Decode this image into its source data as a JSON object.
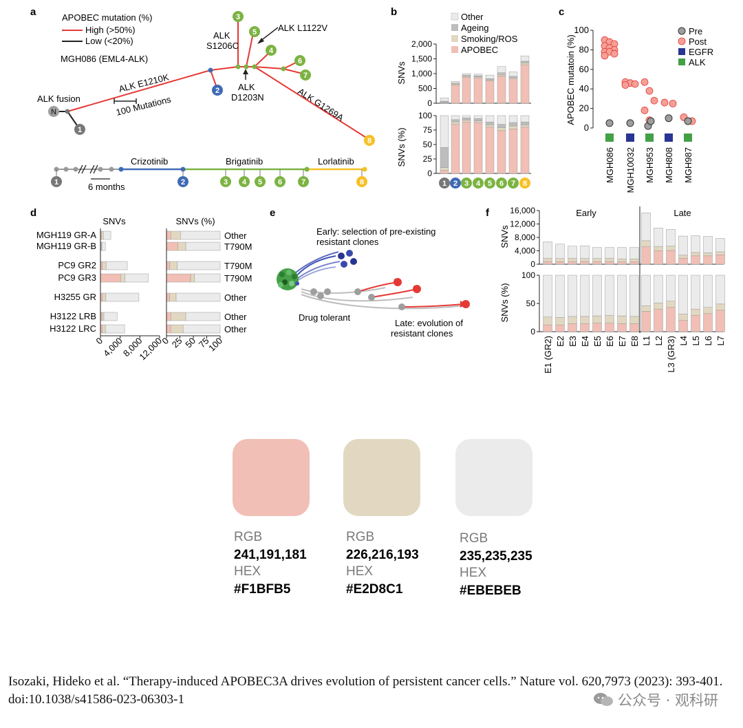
{
  "colors": {
    "apobec": "#F1BFB5",
    "smoking": "#E2D8C1",
    "ageing": "#BDBDBD",
    "other": "#EBEBEB",
    "high_line": "#E53935",
    "low_line": "#222222",
    "green": "#7CB342",
    "blue": "#3F6BB5",
    "yellow": "#F6C026",
    "grey_node": "#777777",
    "pre": "#9E9E9E",
    "post": "#F4A097",
    "egfr": "#283593",
    "alk": "#43A047"
  },
  "panel_a": {
    "letter": "a",
    "legend_title": "APOBEC mutation (%)",
    "legend_high": "High (>50%)",
    "legend_low": "Low (<20%)",
    "sample": "MGH086 (EML4-ALK)",
    "alk_fusion": "ALK fusion",
    "n_label": "N",
    "scale": "100 Mutations",
    "e1210k": "ALK E1210K",
    "s1206c_1": "ALK",
    "s1206c_2": "S1206C",
    "l1122v": "ALK L1122V",
    "d1203n_1": "ALK",
    "d1203n_2": "D1203N",
    "g1269a": "ALK G1269A",
    "node_labels": [
      "1",
      "2",
      "3",
      "4",
      "5",
      "6",
      "7",
      "8"
    ],
    "timeline_drugs": [
      "Crizotinib",
      "Brigatinib",
      "Lorlatinib"
    ],
    "timeline_scale": "6 months"
  },
  "panel_b": {
    "letter": "b",
    "legend": [
      "Other",
      "Ageing",
      "Smoking/ROS",
      "APOBEC"
    ],
    "ylabel_top": "SNVs",
    "ylabel_bottom": "SNVs (%)",
    "yticks_top": [
      "0",
      "500",
      "1,000",
      "1,500",
      "2,000"
    ],
    "yticks_bottom": [
      "0",
      "25",
      "50",
      "75",
      "100"
    ],
    "xlabels": [
      "1",
      "2",
      "3",
      "4",
      "5",
      "6",
      "7",
      "8"
    ]
  },
  "panel_c": {
    "letter": "c",
    "ylabel": "APOBEC mutatoin (%)",
    "yticks": [
      "0",
      "20",
      "40",
      "60",
      "80",
      "100"
    ],
    "legend": [
      "Pre",
      "Post",
      "EGFR",
      "ALK"
    ],
    "samples": [
      "MGH086",
      "MGH10032",
      "MGH953",
      "MGH808",
      "MGH987"
    ]
  },
  "panel_d": {
    "letter": "d",
    "title_left": "SNVs",
    "title_right": "SNVs (%)",
    "rows": [
      "MGH119 GR-A",
      "MGH119 GR-B",
      "PC9 GR2",
      "PC9 GR3",
      "H3255 GR",
      "H3122 LRB",
      "H3122 LRC"
    ],
    "annotations": [
      "Other",
      "T790M",
      "T790M",
      "T790M",
      "Other",
      "Other",
      "Other"
    ],
    "xticks_left": [
      "0",
      "4,000",
      "8,000",
      "12,000"
    ],
    "xticks_right": [
      "0",
      "25",
      "50",
      "75",
      "100"
    ]
  },
  "panel_e": {
    "letter": "e",
    "early_1": "Early: selection of pre-existing",
    "early_2": "resistant clones",
    "tolerant": "Drug tolerant",
    "late_1": "Late: evolution of",
    "late_2": "resistant clones"
  },
  "panel_f": {
    "letter": "f",
    "early": "Early",
    "late": "Late",
    "ylabel_top": "SNVs",
    "ylabel_bottom": "SNVs (%)",
    "yticks_top": [
      "0",
      "4,000",
      "8,000",
      "12,000",
      "16,000"
    ],
    "yticks_bottom": [
      "0",
      "50",
      "100"
    ],
    "xlabels": [
      "E1 (GR2)",
      "E2",
      "E3",
      "E4",
      "E5",
      "E6",
      "E7",
      "E8",
      "L1",
      "L2",
      "L3 (GR3)",
      "L4",
      "L5",
      "L6",
      "L7"
    ]
  },
  "chart_data": [
    {
      "type": "bar",
      "panel": "b-top",
      "categories": [
        "1",
        "2",
        "3",
        "4",
        "5",
        "6",
        "7",
        "8"
      ],
      "ylim": [
        0,
        2000
      ],
      "series": [
        {
          "name": "APOBEC",
          "values": [
            20,
            620,
            880,
            860,
            760,
            920,
            820,
            1300
          ]
        },
        {
          "name": "Smoking/ROS",
          "values": [
            10,
            30,
            30,
            30,
            30,
            50,
            40,
            60
          ]
        },
        {
          "name": "Ageing",
          "values": [
            40,
            30,
            40,
            40,
            40,
            60,
            50,
            60
          ]
        },
        {
          "name": "Other",
          "values": [
            110,
            60,
            50,
            50,
            120,
            210,
            150,
            180
          ]
        }
      ]
    },
    {
      "type": "bar",
      "panel": "b-bottom",
      "categories": [
        "1",
        "2",
        "3",
        "4",
        "5",
        "6",
        "7",
        "8"
      ],
      "ylim": [
        0,
        100
      ],
      "series": [
        {
          "name": "APOBEC",
          "values": [
            5,
            85,
            89,
            88,
            80,
            74,
            77,
            80
          ]
        },
        {
          "name": "Smoking/ROS",
          "values": [
            5,
            4,
            3,
            3,
            4,
            5,
            5,
            4
          ]
        },
        {
          "name": "Ageing",
          "values": [
            35,
            4,
            4,
            4,
            5,
            6,
            6,
            5
          ]
        },
        {
          "name": "Other",
          "values": [
            55,
            7,
            4,
            5,
            11,
            15,
            12,
            11
          ]
        }
      ]
    },
    {
      "type": "scatter",
      "panel": "c",
      "categories": [
        "MGH086",
        "MGH10032",
        "MGH953",
        "MGH808",
        "MGH987"
      ],
      "ylim": [
        0,
        100
      ],
      "series": [
        {
          "name": "Pre",
          "values": [
            [
              5
            ],
            [
              5
            ],
            [
              2,
              7
            ],
            [
              10
            ],
            [
              7
            ]
          ]
        },
        {
          "name": "Post",
          "values": [
            [
              90,
              88,
              86,
              84,
              82,
              80,
              78,
              78,
              76,
              74
            ],
            [
              47,
              46,
              45,
              44
            ],
            [
              47,
              38,
              28,
              18,
              8
            ],
            [
              26,
              25
            ],
            [
              11,
              7
            ]
          ]
        }
      ],
      "groups": [
        "ALK",
        "EGFR",
        "ALK",
        "EGFR",
        "ALK"
      ]
    },
    {
      "type": "bar",
      "panel": "d-left",
      "categories": [
        "MGH119 GR-A",
        "MGH119 GR-B",
        "PC9 GR2",
        "PC9 GR3",
        "H3255 GR",
        "H3122 LRB",
        "H3122 LRC"
      ],
      "xlim": [
        0,
        12000
      ],
      "series": [
        {
          "name": "APOBEC",
          "values": [
            200,
            150,
            350,
            4100,
            400,
            300,
            400
          ]
        },
        {
          "name": "Smoking/ROS",
          "values": [
            400,
            150,
            800,
            900,
            700,
            400,
            600
          ]
        },
        {
          "name": "Other",
          "values": [
            1500,
            700,
            4300,
            4700,
            6700,
            2700,
            3900
          ]
        }
      ]
    },
    {
      "type": "bar",
      "panel": "d-right",
      "categories": [
        "MGH119 GR-A",
        "MGH119 GR-B",
        "PC9 GR2",
        "PC9 GR3",
        "H3255 GR",
        "H3122 LRB",
        "H3122 LRC"
      ],
      "xlim": [
        0,
        100
      ],
      "series": [
        {
          "name": "APOBEC",
          "values": [
            8,
            21,
            6,
            45,
            6,
            8,
            8
          ]
        },
        {
          "name": "Smoking/ROS",
          "values": [
            18,
            15,
            14,
            7,
            12,
            28,
            23
          ]
        },
        {
          "name": "Other",
          "values": [
            74,
            64,
            80,
            48,
            82,
            64,
            69
          ]
        }
      ]
    },
    {
      "type": "bar",
      "panel": "f-top",
      "categories": [
        "E1 (GR2)",
        "E2",
        "E3",
        "E4",
        "E5",
        "E6",
        "E7",
        "E8",
        "L1",
        "L2",
        "L3 (GR3)",
        "L4",
        "L5",
        "L6",
        "L7"
      ],
      "ylim": [
        0,
        16000
      ],
      "series": [
        {
          "name": "APOBEC",
          "values": [
            800,
            700,
            800,
            800,
            800,
            800,
            700,
            700,
            5200,
            4000,
            4100,
            1800,
            2500,
            2500,
            2800
          ]
        },
        {
          "name": "Smoking/ROS",
          "values": [
            1000,
            1000,
            1000,
            900,
            900,
            1000,
            900,
            900,
            1800,
            1300,
            1300,
            900,
            1000,
            900,
            900
          ]
        },
        {
          "name": "Other",
          "values": [
            4900,
            4300,
            3600,
            3800,
            3300,
            3200,
            3400,
            3400,
            8300,
            5500,
            5000,
            5700,
            5000,
            4900,
            4000
          ]
        }
      ]
    },
    {
      "type": "bar",
      "panel": "f-bottom",
      "categories": [
        "E1 (GR2)",
        "E2",
        "E3",
        "E4",
        "E5",
        "E6",
        "E7",
        "E8",
        "L1",
        "L2",
        "L3 (GR3)",
        "L4",
        "L5",
        "L6",
        "L7"
      ],
      "ylim": [
        0,
        100
      ],
      "series": [
        {
          "name": "APOBEC",
          "values": [
            12,
            12,
            14,
            14,
            15,
            15,
            14,
            14,
            36,
            40,
            43,
            20,
            29,
            32,
            38
          ]
        },
        {
          "name": "Smoking/ROS",
          "values": [
            14,
            13,
            13,
            13,
            13,
            14,
            14,
            13,
            10,
            11,
            11,
            11,
            11,
            11,
            11
          ]
        },
        {
          "name": "Other",
          "values": [
            74,
            75,
            73,
            73,
            72,
            71,
            72,
            73,
            54,
            49,
            46,
            69,
            60,
            57,
            51
          ]
        }
      ]
    }
  ],
  "swatches": [
    {
      "rgb_label": "RGB",
      "rgb": "241,191,181",
      "hex_label": "HEX",
      "hex": "#F1BFB5",
      "color": "#F1BFB5"
    },
    {
      "rgb_label": "RGB",
      "rgb": "226,216,193",
      "hex_label": "HEX",
      "hex": "#E2D8C1",
      "color": "#E2D8C1"
    },
    {
      "rgb_label": "RGB",
      "rgb": "235,235,235",
      "hex_label": "HEX",
      "hex": "#EBEBEB",
      "color": "#EBEBEB"
    }
  ],
  "citation": "Isozaki, Hideko et al. “Therapy-induced APOBEC3A drives evolution of persistent cancer cells.” Nature vol. 620,7973 (2023): 393-401. doi:10.1038/s41586-023-06303-1",
  "watermark": "公众号 · 观科研"
}
